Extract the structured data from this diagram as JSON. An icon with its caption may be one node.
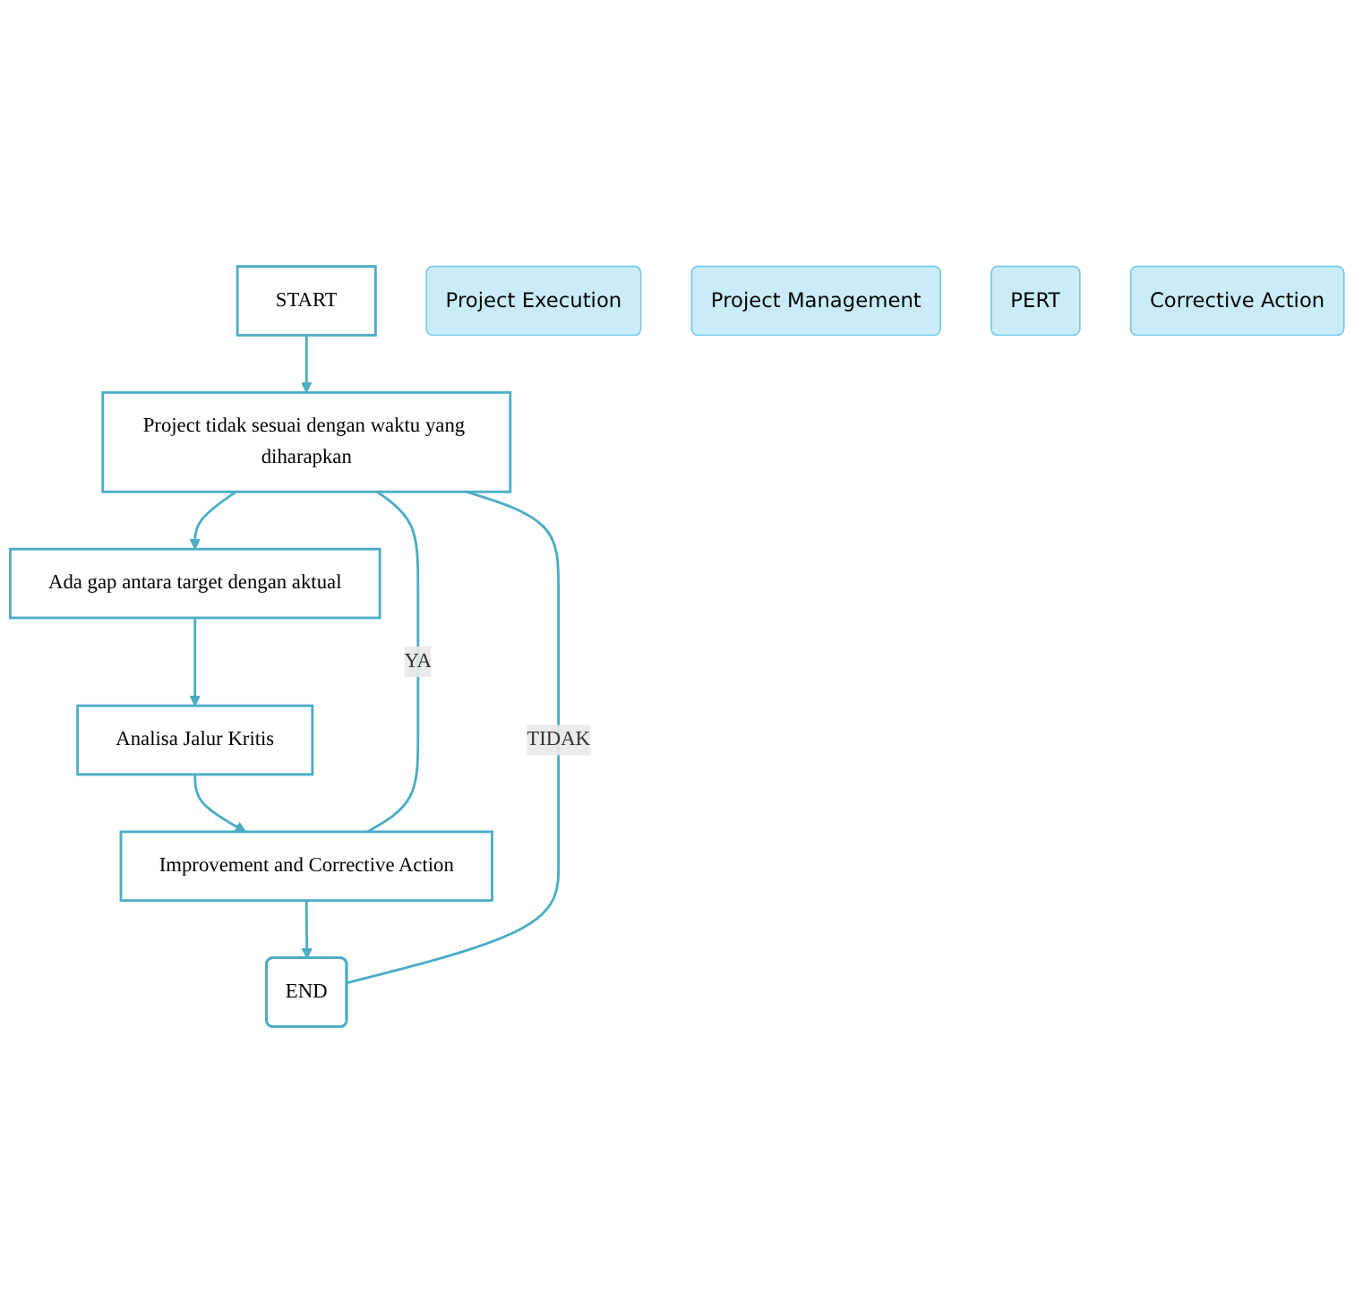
{
  "diagram": {
    "nodes": [
      {
        "text": [
          "START"
        ]
      },
      {
        "text": [
          "Project tidak sesuai dengan waktu yang diharapkan"
        ]
      },
      {
        "text": [
          "Ada gap antara target dengan aktual"
        ]
      },
      {
        "text": [
          "Analisa Jalur Kritis"
        ]
      },
      {
        "text": [
          "Improvement and Corrective Action"
        ]
      },
      {
        "text": [
          "END"
        ]
      },
      {
        "text": [
          "Project Execution"
        ]
      },
      {
        "text": [
          "Project Management"
        ]
      },
      {
        "text": [
          "PERT"
        ]
      },
      {
        "text": [
          "Corrective Action"
        ]
      }
    ],
    "edges": [
      {
        "from": 0,
        "to": 1,
        "arrow": "to"
      },
      {
        "from": 1,
        "to": 2,
        "arrow": "to"
      },
      {
        "from": 2,
        "to": 3,
        "arrow": "to"
      },
      {
        "from": 3,
        "to": 4,
        "arrow": "to"
      },
      {
        "from": 4,
        "to": 5,
        "arrow": "to"
      },
      {
        "from": 1,
        "to": 5,
        "label": "TIDAK",
        "arrow": "none"
      },
      {
        "from": 1,
        "to": 4,
        "label": "YA",
        "arrow": "none"
      }
    ]
  }
}
